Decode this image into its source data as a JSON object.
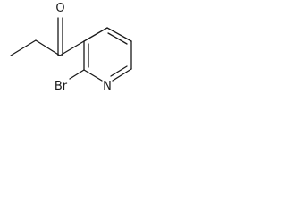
{
  "molecule": {
    "atoms": {
      "oxygen": "O",
      "bromine": "Br",
      "nitrogen": "N"
    }
  }
}
